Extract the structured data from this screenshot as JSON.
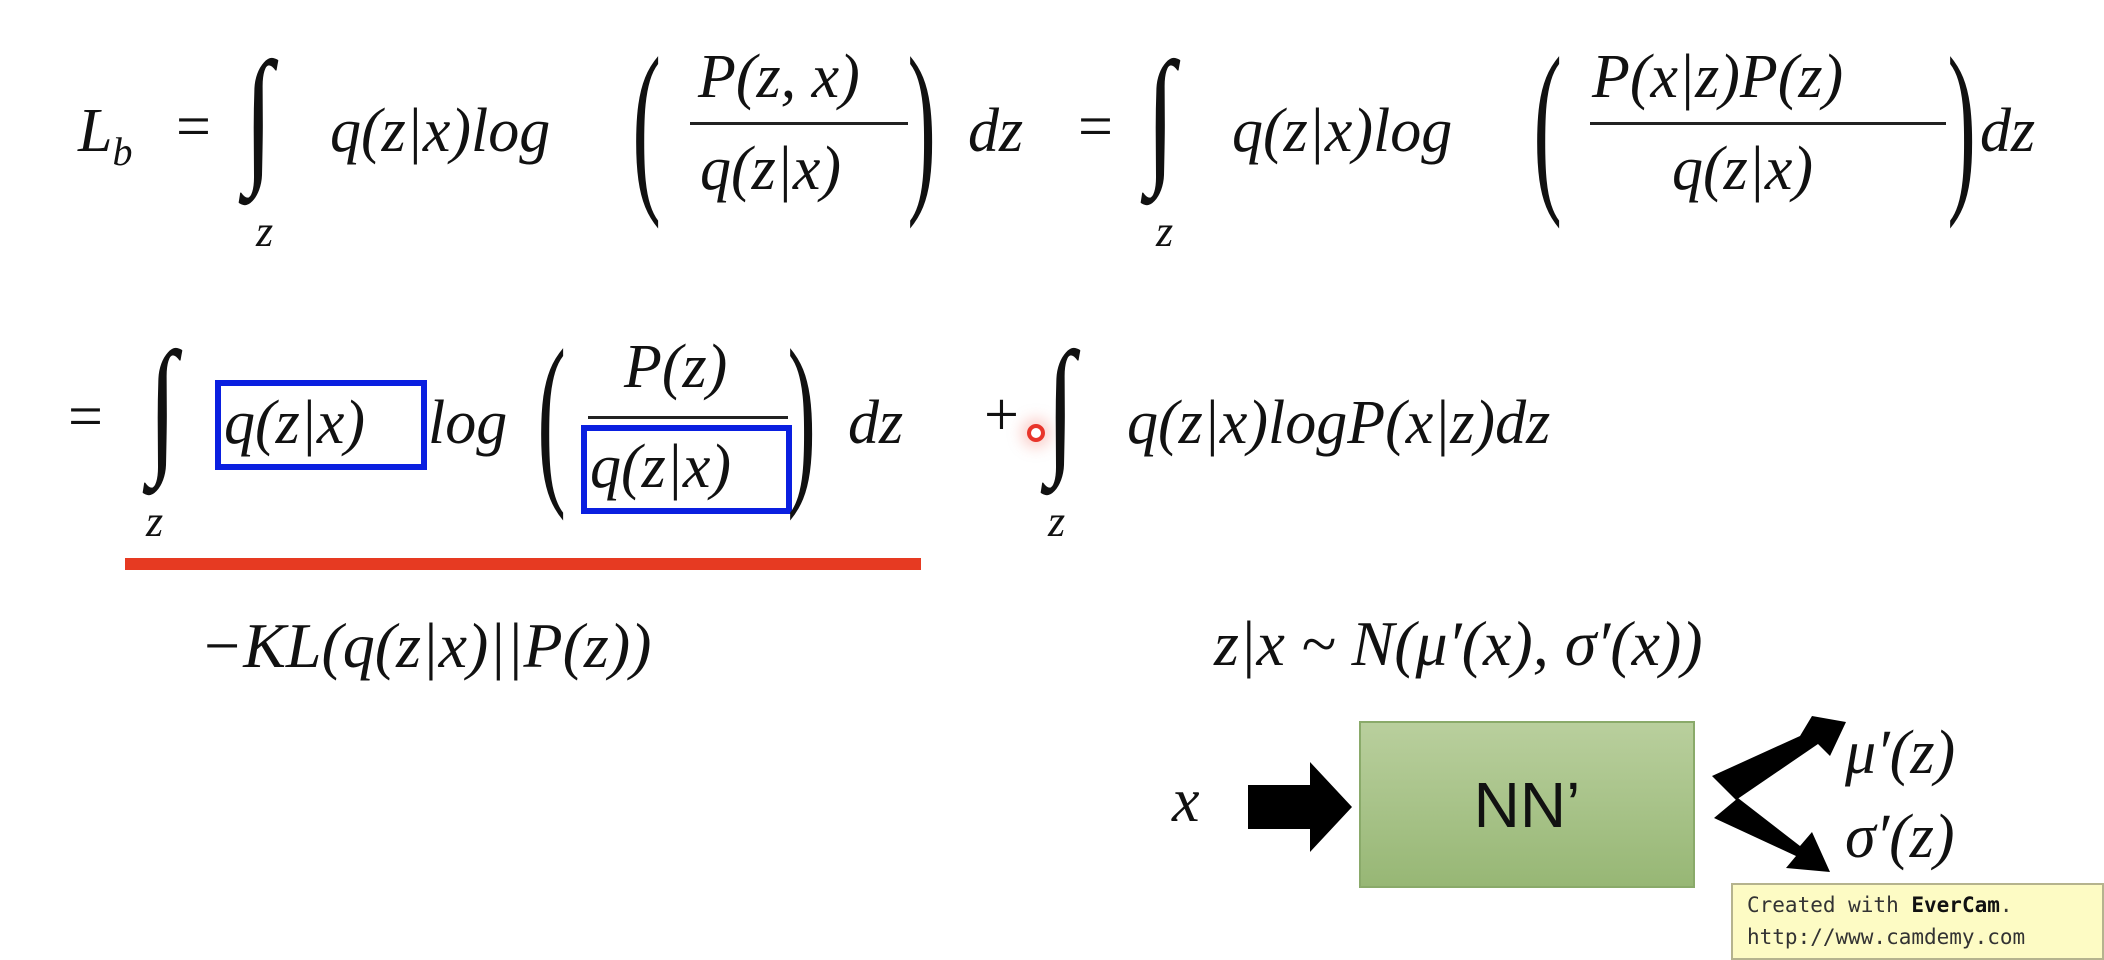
{
  "row1": {
    "lhs": "L",
    "lhs_sub": "b",
    "eq1": "=",
    "int1_sub": "z",
    "term1": "q(z|x)log",
    "frac1_num": "P(z, x)",
    "frac1_den": "q(z|x)",
    "dz1": "dz",
    "eq2": "=",
    "int2_sub": "z",
    "term2": "q(z|x)log",
    "frac2_num": "P(x|z)P(z)",
    "frac2_den": "q(z|x)",
    "dz2": "dz"
  },
  "row2": {
    "eq": "=",
    "int1_sub": "z",
    "boxed_term": "q(z|x)",
    "log": "log",
    "frac_num": "P(z)",
    "frac_den_boxed": "q(z|x)",
    "dz": "dz",
    "plus": "+",
    "int2_sub": "z",
    "term2": "q(z|x)logP(x|z)dz",
    "kl_label": "−KL(q(z|x)||P(z))"
  },
  "diagram": {
    "distribution": "z|x ~ N(μ′(x), σ′(x))",
    "input": "x",
    "network": "NN’",
    "output_mu": "μ′(z)",
    "output_sigma": "σ′(z)",
    "box_color": "#9bbb78"
  },
  "colors": {
    "highlight_box": "#0a1fe0",
    "underline": "#e63a22"
  },
  "watermark": {
    "line1_prefix": "Created with ",
    "brand": "EverCam",
    "line1_suffix": ".",
    "line2": "http://www.camdemy.com"
  }
}
